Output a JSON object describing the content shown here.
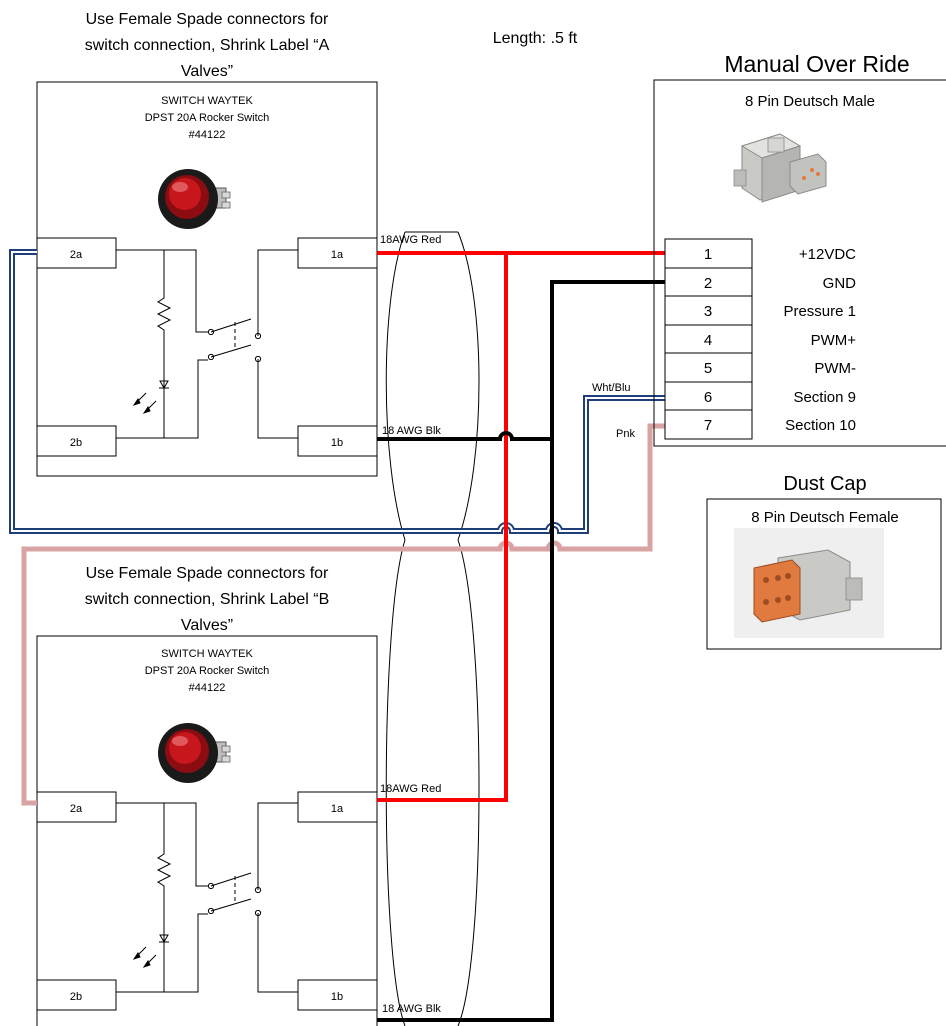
{
  "length_label": "Length: .5 ft",
  "switch_a": {
    "note_lines": [
      "Use Female Spade connectors for",
      "switch connection, Shrink Label “A",
      "Valves”"
    ],
    "title_lines": [
      "SWITCH WAYTEK",
      "DPST 20A Rocker Switch",
      "#44122"
    ],
    "terminals": {
      "t2a": "2a",
      "t2b": "2b",
      "t1a": "1a",
      "t1b": "1b"
    },
    "wire_red": "18AWG Red",
    "wire_blk": "18 AWG Blk"
  },
  "switch_b": {
    "note_lines": [
      "Use Female Spade connectors for",
      "switch connection, Shrink Label “B",
      "Valves”"
    ],
    "title_lines": [
      "SWITCH WAYTEK",
      "DPST 20A Rocker Switch",
      "#44122"
    ],
    "terminals": {
      "t2a": "2a",
      "t2b": "2b",
      "t1a": "1a",
      "t1b": "1b"
    },
    "wire_red": "18AWG Red",
    "wire_blk": "18 AWG Blk"
  },
  "manual_override": {
    "title": "Manual Over Ride",
    "subtitle": "8 Pin Deutsch Male",
    "pins": [
      {
        "num": "1",
        "label": "+12VDC"
      },
      {
        "num": "2",
        "label": "GND"
      },
      {
        "num": "3",
        "label": "Pressure 1"
      },
      {
        "num": "4",
        "label": "PWM+"
      },
      {
        "num": "5",
        "label": "PWM-"
      },
      {
        "num": "6",
        "label": "Section 9"
      },
      {
        "num": "7",
        "label": "Section 10"
      }
    ],
    "wire_wht_blu": "Wht/Blu",
    "wire_pnk": "Pnk"
  },
  "dust_cap": {
    "title": "Dust Cap",
    "subtitle": "8 Pin Deutsch Female"
  },
  "colors": {
    "red_wire": "#ff0000",
    "black_wire": "#000000",
    "pink_wire": "#d9a3a3",
    "blue_wire": "#1f3f7a",
    "switch_red": "#c8161d",
    "connector_gray": "#c9c9c6",
    "connector_orange": "#e07a3e"
  },
  "icons": [
    "rocker-switch-icon",
    "deutsch-male-connector-icon",
    "deutsch-female-connector-icon",
    "resistor-icon",
    "led-icon"
  ]
}
